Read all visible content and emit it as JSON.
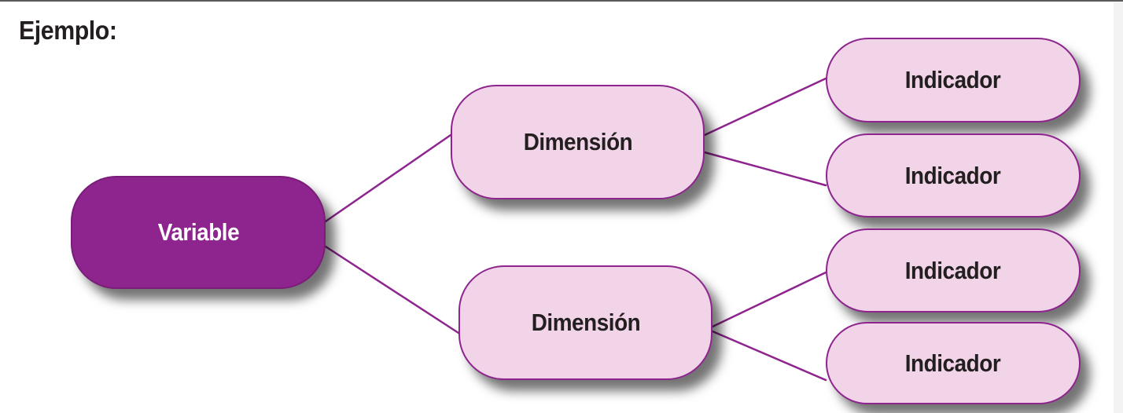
{
  "title": "Ejemplo:",
  "colors": {
    "root_fill": "#8e248e",
    "node_fill": "#f1d4e7",
    "stroke": "#8e248e"
  },
  "diagram": {
    "root": {
      "label": "Variable"
    },
    "dimensions": [
      {
        "label": "Dimensión",
        "indicators": [
          {
            "label": "Indicador"
          },
          {
            "label": "Indicador"
          }
        ]
      },
      {
        "label": "Dimensión",
        "indicators": [
          {
            "label": "Indicador"
          },
          {
            "label": "Indicador"
          }
        ]
      }
    ]
  }
}
